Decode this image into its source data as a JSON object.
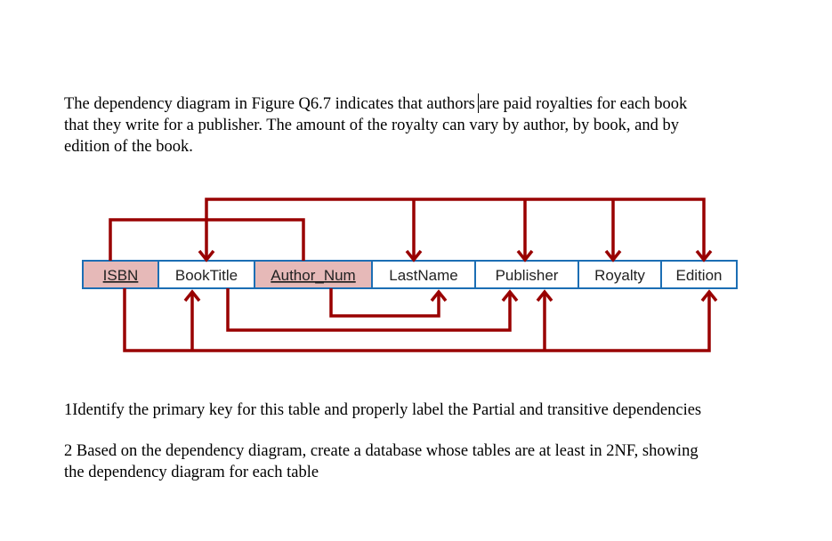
{
  "intro_text": "The dependency diagram in Figure Q6.7 indicates that authors are paid royalties for each book\nthat they write for a publisher.  The amount of the royalty can vary by author, by book, and by\nedition of the book.",
  "attributes": [
    {
      "label": "ISBN",
      "is_key": true
    },
    {
      "label": "BookTitle",
      "is_key": false
    },
    {
      "label": "Author_Num",
      "is_key": true
    },
    {
      "label": "LastName",
      "is_key": false
    },
    {
      "label": "Publisher",
      "is_key": false
    },
    {
      "label": "Royalty",
      "is_key": false
    },
    {
      "label": "Edition",
      "is_key": false
    }
  ],
  "question_1": "1Identify the primary key for this table and properly label the Partial and transitive dependencies",
  "question_2": "2 Based on the dependency diagram, create a database whose tables are at least in 2NF, showing\nthe dependency diagram for each table",
  "colors": {
    "arrow": "#990000",
    "box_border": "#1c6eb4",
    "key_fill": "#e6b9b8"
  }
}
